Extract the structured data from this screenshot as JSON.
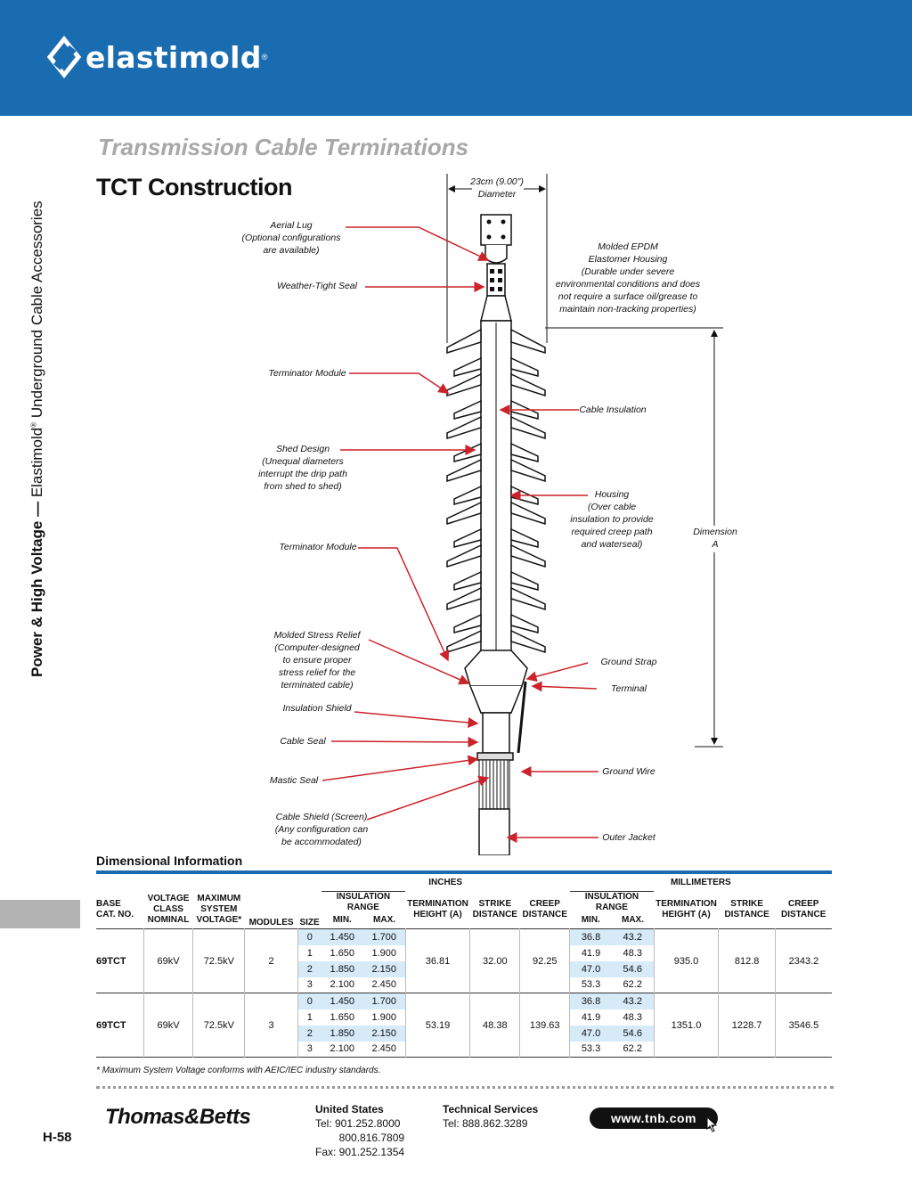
{
  "brand": {
    "name": "elastimold",
    "reg": "®"
  },
  "side_label": {
    "bold": "Power & High Voltage —",
    "normal": " Elastimold",
    "reg": "®",
    "tail": " Underground Cable Accessories"
  },
  "section_title": "Transmission Cable Terminations",
  "page_title": "TCT Construction",
  "diagram": {
    "diameter_line1": "23cm (9.00\")",
    "diameter_line2": "Diameter",
    "labels_left": {
      "aerial_lug": [
        "Aerial Lug",
        "(Optional configurations",
        "are available)"
      ],
      "weather_seal": "Weather-Tight Seal",
      "terminator_module_1": "Terminator Module",
      "shed_design": [
        "Shed Design",
        "(Unequal diameters",
        "interrupt the drip path",
        "from shed to shed)"
      ],
      "terminator_module_2": "Terminator Module",
      "stress_relief": [
        "Molded Stress Relief",
        "(Computer-designed",
        "to ensure proper",
        "stress relief for the",
        "terminated cable)"
      ],
      "insulation_shield": "Insulation Shield",
      "cable_seal": "Cable Seal",
      "mastic_seal": "Mastic Seal",
      "cable_shield": [
        "Cable Shield (Screen)",
        "(Any configuration can",
        "be accommodated)"
      ]
    },
    "labels_right": {
      "housing_epdm": [
        "Molded EPDM",
        "Elastomer Housing",
        "(Durable under severe",
        "environmental conditions and does",
        "not require a surface oil/grease to",
        "maintain non-tracking properties)"
      ],
      "cable_insulation": "Cable Insulation",
      "housing": [
        "Housing",
        "(Over cable",
        "insulation to provide",
        "required creep path",
        "and waterseal)"
      ],
      "dimension": [
        "Dimension",
        "A"
      ],
      "ground_strap": "Ground Strap",
      "terminal": "Terminal",
      "ground_wire": "Ground Wire",
      "outer_jacket": "Outer Jacket"
    }
  },
  "table": {
    "title": "Dimensional Information",
    "group_inches": "INCHES",
    "group_mm": "MILLIMETERS",
    "h_base": [
      "BASE",
      "CAT. NO."
    ],
    "h_voltage": [
      "VOLTAGE",
      "CLASS",
      "NOMINAL"
    ],
    "h_max": [
      "MAXIMUM",
      "SYSTEM",
      "VOLTAGE*"
    ],
    "h_modules": "MODULES",
    "h_size": "SIZE",
    "h_ins_range": "INSULATION RANGE",
    "h_min": "MIN.",
    "h_max2": "MAX.",
    "h_term": [
      "TERMINATION",
      "HEIGHT (A)"
    ],
    "h_strike": [
      "STRIKE",
      "DISTANCE"
    ],
    "h_creep": [
      "CREEP",
      "DISTANCE"
    ],
    "groups": [
      {
        "cat": "69TCT",
        "voltage": "69kV",
        "max": "72.5kV",
        "modules": "2",
        "rows": [
          {
            "size": "0",
            "in_min": "1.450",
            "in_max": "1.700",
            "mm_min": "36.8",
            "mm_max": "43.2"
          },
          {
            "size": "1",
            "in_min": "1.650",
            "in_max": "1.900",
            "mm_min": "41.9",
            "mm_max": "48.3"
          },
          {
            "size": "2",
            "in_min": "1.850",
            "in_max": "2.150",
            "mm_min": "47.0",
            "mm_max": "54.6"
          },
          {
            "size": "3",
            "in_min": "2.100",
            "in_max": "2.450",
            "mm_min": "53.3",
            "mm_max": "62.2"
          }
        ],
        "in_term": "36.81",
        "in_strike": "32.00",
        "in_creep": "92.25",
        "mm_term": "935.0",
        "mm_strike": "812.8",
        "mm_creep": "2343.2"
      },
      {
        "cat": "69TCT",
        "voltage": "69kV",
        "max": "72.5kV",
        "modules": "3",
        "rows": [
          {
            "size": "0",
            "in_min": "1.450",
            "in_max": "1.700",
            "mm_min": "36.8",
            "mm_max": "43.2"
          },
          {
            "size": "1",
            "in_min": "1.650",
            "in_max": "1.900",
            "mm_min": "41.9",
            "mm_max": "48.3"
          },
          {
            "size": "2",
            "in_min": "1.850",
            "in_max": "2.150",
            "mm_min": "47.0",
            "mm_max": "54.6"
          },
          {
            "size": "3",
            "in_min": "2.100",
            "in_max": "2.450",
            "mm_min": "53.3",
            "mm_max": "62.2"
          }
        ],
        "in_term": "53.19",
        "in_strike": "48.38",
        "in_creep": "139.63",
        "mm_term": "1351.0",
        "mm_strike": "1228.7",
        "mm_creep": "3546.5"
      }
    ],
    "footnote": "* Maximum System Voltage conforms with AEIC/IEC industry standards."
  },
  "footer": {
    "company": "Thomas&Betts",
    "us_title": "United States",
    "us_lines": [
      "Tel:  901.252.8000",
      "        800.816.7809",
      "Fax: 901.252.1354"
    ],
    "tech_title": "Technical Services",
    "tech_line": "Tel:  888.862.3289",
    "url": "www.tnb.com",
    "page": "H-58"
  },
  "colors": {
    "brand_blue": "#1a6cb0",
    "arrow_red": "#cc2229",
    "highlight": "#d6eaf8"
  }
}
